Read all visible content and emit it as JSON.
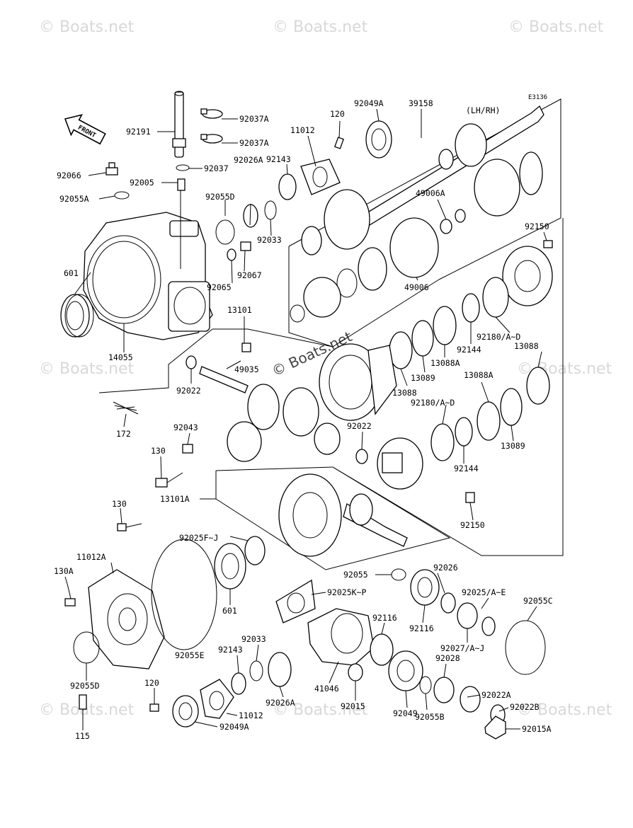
{
  "diagram": {
    "ref_code": "E3136",
    "side_note": "(LH/RH)",
    "front_label": "FRONT",
    "center_watermark": "© Boats.net",
    "edge_watermark": "© Boats.net",
    "labels": {
      "l_92191": "92191",
      "l_92037A_1": "92037A",
      "l_92037A_2": "92037A",
      "l_92037": "92037",
      "l_92066": "92066",
      "l_92005": "92005",
      "l_92055A": "92055A",
      "l_92026A_top": "92026A",
      "l_92055D_top": "92055D",
      "l_92033_top": "92033",
      "l_92067": "92067",
      "l_92065": "92065",
      "l_601_top": "601",
      "l_14055": "14055",
      "l_11012_top": "11012",
      "l_120_top": "120",
      "l_92049A_top": "92049A",
      "l_39158": "39158",
      "l_92143_top": "92143",
      "l_49006A": "49006A",
      "l_49006": "49006",
      "l_92150_top": "92150",
      "l_13101": "13101",
      "l_49035": "49035",
      "l_92022_left": "92022",
      "l_172": "172",
      "l_92180_AD_1": "92180/A~D",
      "l_92144_1": "92144",
      "l_13088_right": "13088",
      "l_13088A_1": "13088A",
      "l_13089_1": "13089",
      "l_13088_mid": "13088",
      "l_13088A_2": "13088A",
      "l_92180_AD_2": "92180/A~D",
      "l_92022_mid": "92022",
      "l_92043": "92043",
      "l_130_mid": "130",
      "l_13089_2": "13089",
      "l_92144_2": "92144",
      "l_13101A": "13101A",
      "l_92150_bottom": "92150",
      "l_130_low": "130",
      "l_92025FJ": "92025F~J",
      "l_11012A": "11012A",
      "l_92055_mid": "92055",
      "l_92026_mid": "92026",
      "l_130A": "130A",
      "l_92025KP": "92025K~P",
      "l_92025AE": "92025/A~E",
      "l_601_low": "601",
      "l_92055C": "92055C",
      "l_92116_1": "92116",
      "l_92116_2": "92116",
      "l_92033_low": "92033",
      "l_92055E": "92055E",
      "l_92027AJ": "92027/A~J",
      "l_92143_low": "92143",
      "l_92028": "92028",
      "l_41046": "41046",
      "l_92055D_low": "92055D",
      "l_120_low": "120",
      "l_92022A": "92022A",
      "l_92026A_low": "92026A",
      "l_92015": "92015",
      "l_92049": "92049",
      "l_92055B": "92055B",
      "l_92022B": "92022B",
      "l_11012_low": "11012",
      "l_115": "115",
      "l_92049A_low": "92049A",
      "l_92015A": "92015A"
    }
  }
}
